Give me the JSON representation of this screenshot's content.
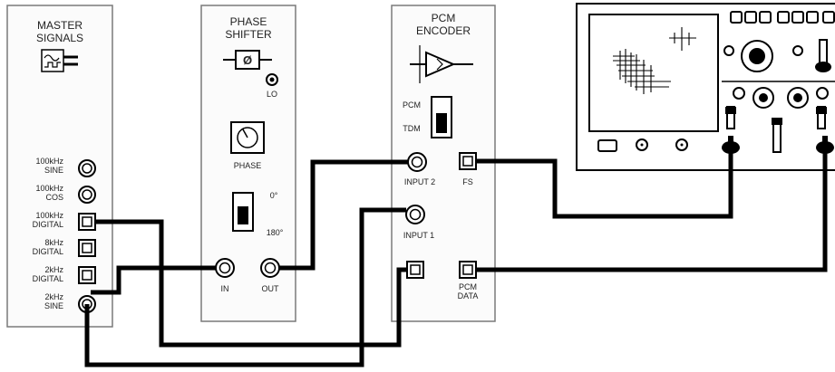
{
  "master_signals": {
    "title_1": "MASTER",
    "title_2": "SIGNALS",
    "outputs": [
      {
        "line1": "100kHz",
        "line2": "SINE"
      },
      {
        "line1": "100kHz",
        "line2": "COS"
      },
      {
        "line1": "100kHz",
        "line2": "DIGITAL"
      },
      {
        "line1": "8kHz",
        "line2": "DIGITAL"
      },
      {
        "line1": "2kHz",
        "line2": "DIGITAL"
      },
      {
        "line1": "2kHz",
        "line2": "SINE"
      }
    ]
  },
  "phase_shifter": {
    "title_1": "PHASE",
    "title_2": "SHIFTER",
    "symbol": "Ø",
    "lo_label": "LO",
    "phase_label": "PHASE",
    "switch_0_label": "0°",
    "switch_180_label": "180°",
    "in_label": "IN",
    "out_label": "OUT"
  },
  "pcm_encoder": {
    "title_1": "PCM",
    "title_2": "ENCODER",
    "mode_pcm": "PCM",
    "mode_tdm": "TDM",
    "input2_label": "INPUT 2",
    "fs_label": "FS",
    "input1_label": "INPUT 1",
    "pcm_data_label_1": "PCM",
    "pcm_data_label_2": "DATA"
  }
}
